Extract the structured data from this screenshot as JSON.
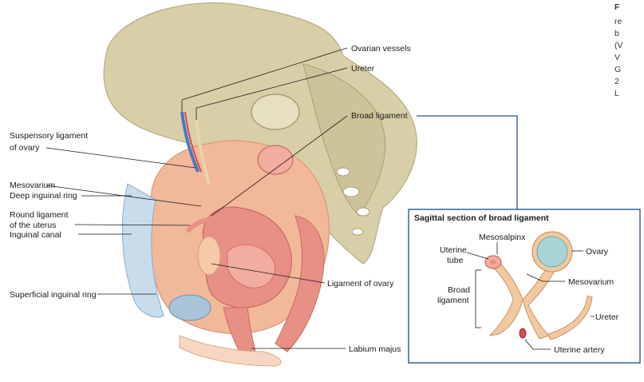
{
  "figure": {
    "labels": {
      "ovarian_vessels": "Ovarian vessels",
      "ureter": "Ureter",
      "broad_ligament": "Broad ligament",
      "suspensory_1": "Suspensory ligament",
      "suspensory_2": "of ovary",
      "mesovarium": "Mesovarium",
      "deep_inguinal_ring": "Deep inguinal ring",
      "round_lig_1": "Round ligament",
      "round_lig_2": "of the uterus",
      "inguinal_canal": "Inguinal canal",
      "superficial_inguinal_ring": "Superficial inguinal ring",
      "ligament_of_ovary": "Ligament of ovary",
      "labium_majus": "Labium majus"
    },
    "inset": {
      "title": "Sagittal section of broad ligament",
      "labels": {
        "mesosalpinx": "Mesosalpinx",
        "uterine_tube_1": "Uterine",
        "uterine_tube_2": "tube",
        "ovary": "Ovary",
        "broad_1": "Broad",
        "broad_2": "ligament",
        "mesovarium": "Mesovarium",
        "ureter": "Ureter",
        "uterine_artery": "Uterine artery"
      }
    },
    "caption_fragments": [
      "F",
      "re",
      "b",
      "(V",
      "V",
      "G",
      "2",
      "L"
    ]
  },
  "colors": {
    "bone": "#d8cfa8",
    "bone_dark": "#b7ab82",
    "peritoneum": "#f2b89a",
    "uterus": "#e88f86",
    "uterus_inner": "#f3aca0",
    "bladder": "#a9c3da",
    "ligament": "#f1c9a0",
    "accent_blue": "#2f5597"
  }
}
